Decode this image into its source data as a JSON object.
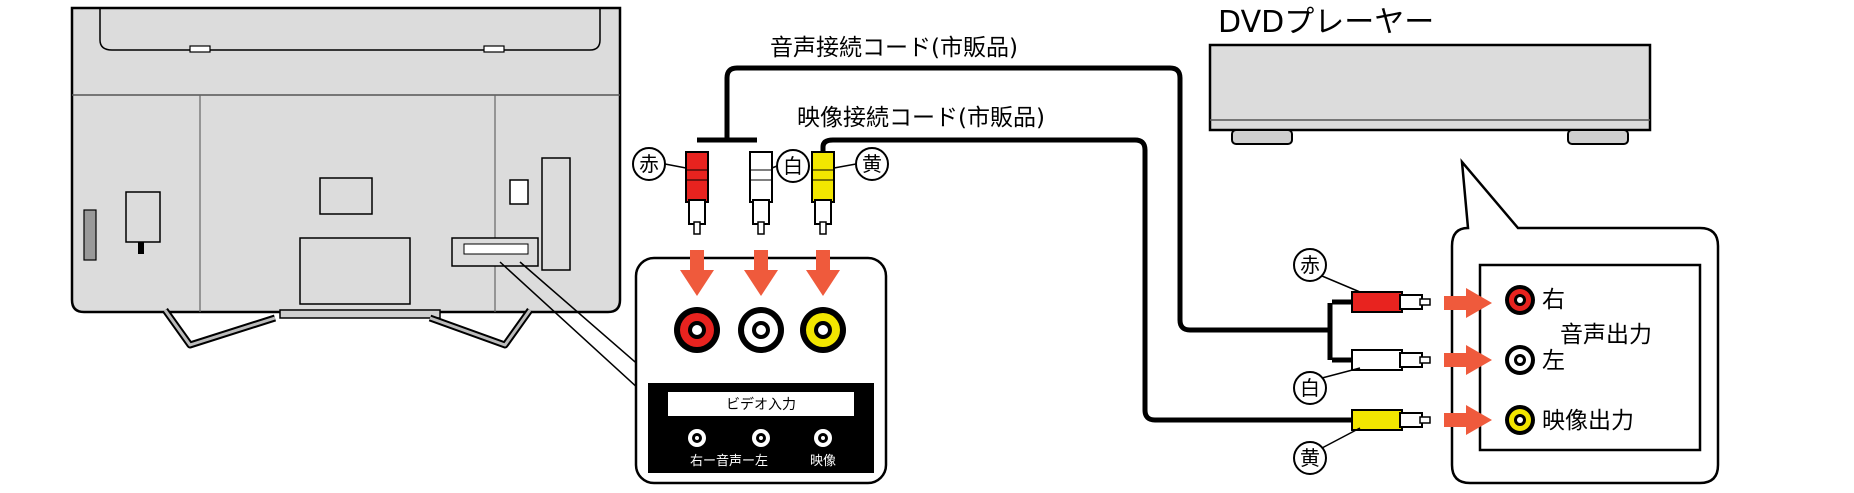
{
  "labels": {
    "dvd_player": "DVDプレーヤー",
    "audio_cord": "音声接続コード(市販品)",
    "video_cord": "映像接続コード(市販品)",
    "right": "右",
    "audio_output": "音声出力",
    "left": "左",
    "video_output": "映像出力",
    "panel_title": "ビデオ入力",
    "panel_audio": "右ー音声ー左",
    "panel_video": "映像"
  },
  "color_markers": {
    "red": "赤",
    "white": "白",
    "yellow": "黄"
  },
  "colors": {
    "red_plug": "#e8231f",
    "white_plug": "#ffffff",
    "yellow_plug": "#f2e600",
    "arrow": "#ef5a3c",
    "tv_body": "#dcdcdc",
    "dvd_body": "#dcdcdc",
    "panel_bg": "#000000",
    "outline": "#000000"
  },
  "icons": {
    "tv": "tv-back-icon",
    "dvd": "dvd-player-icon",
    "jack": "rca-jack-icon",
    "plug": "rca-plug-icon",
    "arrow": "arrow-down-icon"
  }
}
